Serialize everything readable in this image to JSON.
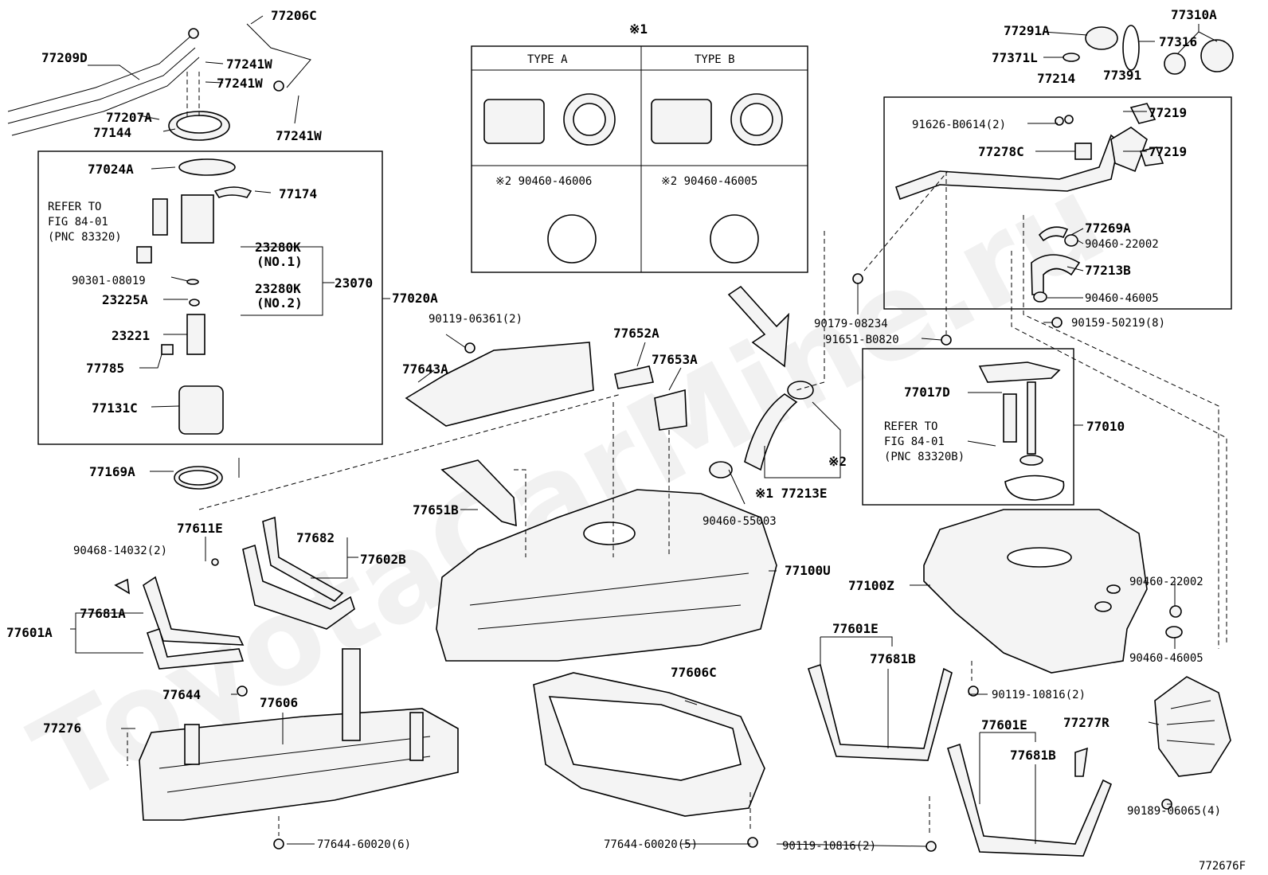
{
  "callouts": {
    "p77209D": "77209D",
    "p77206C": "77206C",
    "p77241W_a": "77241W",
    "p77241W_b": "77241W",
    "p77241W_c": "77241W",
    "p77207A": "77207A",
    "p77144": "77144",
    "p77024A": "77024A",
    "p77174": "77174",
    "refer_left_1": "REFER TO",
    "refer_left_2": "FIG 84-01",
    "refer_left_3": "(PNC 83320)",
    "p23280K_1": "23280K",
    "p23280K_1n": "(NO.1)",
    "p90301": "90301-08019",
    "p23280K_2": "23280K",
    "p23280K_2n": "(NO.2)",
    "p23070": "23070",
    "p77020A": "77020A",
    "p23225A": "23225A",
    "p23221": "23221",
    "p77785": "77785",
    "p77131C": "77131C",
    "p77169A": "77169A",
    "p77611E": "77611E",
    "p77682": "77682",
    "p77602B": "77602B",
    "p90468": "90468-14032(2)",
    "p77681A": "77681A",
    "p77601A": "77601A",
    "p77644": "77644",
    "p77606": "77606",
    "p77276": "77276",
    "p77644_6": "77644-60020(6)",
    "p90119_06361": "90119-06361(2)",
    "p77643A": "77643A",
    "p77652A": "77652A",
    "p77653A": "77653A",
    "p77651B": "77651B",
    "p77100U": "77100U",
    "p90460_55003": "90460-55003",
    "mark1_77213E": "※1 77213E",
    "mark2": "※2",
    "p77606C": "77606C",
    "p77644_5": "77644-60020(5)",
    "p90119_10816_b": "90119-10816(2)",
    "mark1_top": "※1",
    "type_a": "TYPE  A",
    "type_b": "TYPE  B",
    "p90460_46006": "※2 90460-46006",
    "p90460_46005_b": "※2 90460-46005",
    "p77291A": "77291A",
    "p77310A": "77310A",
    "p77371L": "77371L",
    "p77316": "77316",
    "p77391": "77391",
    "p77214": "77214",
    "p77219_a": "77219",
    "p77219_b": "77219",
    "p91626": "91626-B0614(2)",
    "p77278C": "77278C",
    "p77269A": "77269A",
    "p90460_22002_a": "90460-22002",
    "p77213B": "77213B",
    "p90460_46005_a": "90460-46005",
    "p90179": "90179-08234",
    "p90159": "90159-50219(8)",
    "p91651": "91651-B0820",
    "p77017D": "77017D",
    "p77010": "77010",
    "refer_right_1": "REFER TO",
    "refer_right_2": "FIG 84-01",
    "refer_right_3": "(PNC 83320B)",
    "p77100Z": "77100Z",
    "p90460_22002_b": "90460-22002",
    "p90460_46005_c": "90460-46005",
    "p77601E_a": "77601E",
    "p77681B_a": "77681B",
    "p90119_10816_a": "90119-10816(2)",
    "p77277R": "77277R",
    "p77601E_b": "77601E",
    "p77681B_b": "77681B",
    "p90189": "90189-06065(4)",
    "figure_id": "772676F"
  }
}
